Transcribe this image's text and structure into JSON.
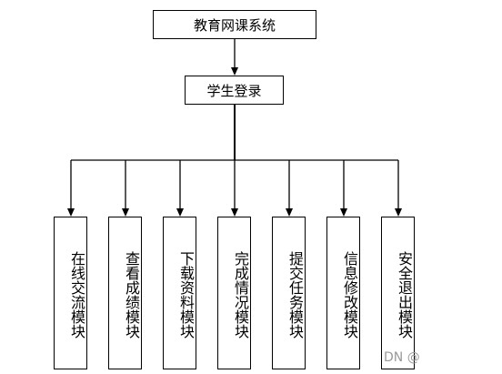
{
  "root": {
    "label": "教育网课系统"
  },
  "login": {
    "label": "学生登录"
  },
  "modules": [
    {
      "id": "exchange",
      "label": "在线交流模块"
    },
    {
      "id": "grades",
      "label": "查看成绩模块"
    },
    {
      "id": "download",
      "label": "下载资料模块"
    },
    {
      "id": "status",
      "label": "完成情况模块"
    },
    {
      "id": "submit",
      "label": "提交任务模块"
    },
    {
      "id": "info",
      "label": "信息修改模块"
    },
    {
      "id": "logout",
      "label": "安全退出模块"
    }
  ],
  "watermark": "DN @"
}
